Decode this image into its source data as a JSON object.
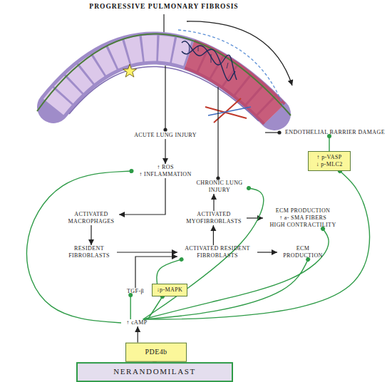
{
  "diagram": {
    "title": "PROGRESSIVE PULMONARY FIBROSIS",
    "nodes": [
      {
        "text": [
          "ACUTE LUNG INJURY"
        ]
      },
      {
        "text": [
          "ENDOTHELIAL BARRIER DAMAGE"
        ]
      },
      {
        "text": [
          "↑ p-VASP",
          "↓ p-MLC2"
        ]
      },
      {
        "text": [
          "↑ ROS",
          "↑ INFLAMMATION"
        ]
      },
      {
        "text": [
          "CHRONIC LUNG INJURY"
        ]
      },
      {
        "text": [
          "ACTIVATED MACROPHAGES"
        ]
      },
      {
        "text": [
          "ACTIVATED MYOFIBROBLASTS"
        ]
      },
      {
        "text": [
          "ECM PRODUCTION",
          "↑ a- SMA FIBERS",
          "HIGH CONTRACTILITY"
        ]
      },
      {
        "text": [
          "RESIDENT FIBROBLASTS"
        ]
      },
      {
        "text": [
          "ACTIVATED RESIDENT FIBROBLASTS"
        ]
      },
      {
        "text": [
          "ECM PRODUCTION"
        ]
      },
      {
        "text": [
          "TGF-β"
        ]
      },
      {
        "text": [
          "↓p-MAPK"
        ]
      },
      {
        "text": [
          "↑ cAMP"
        ]
      },
      {
        "text": [
          "PDE4b"
        ]
      },
      {
        "text": [
          "NERANDOMILAST"
        ]
      }
    ],
    "edges": [
      {
        "from": 0,
        "to": 3,
        "arrow": "to"
      },
      {
        "from": 3,
        "to": 5,
        "arrow": "to"
      },
      {
        "from": 5,
        "to": 8,
        "arrow": "to"
      },
      {
        "from": 8,
        "to": 9,
        "arrow": "to"
      },
      {
        "from": 9,
        "to": 6,
        "arrow": "to"
      },
      {
        "from": 6,
        "to": 4,
        "arrow": "to"
      },
      {
        "from": 6,
        "to": 7,
        "arrow": "to"
      },
      {
        "from": 9,
        "to": 10,
        "arrow": "to"
      },
      {
        "from": 11,
        "to": 9,
        "arrow": "to"
      },
      {
        "from": 14,
        "to": 13,
        "arrow": "to"
      },
      {
        "from": 15,
        "to": 14,
        "arrow": "to"
      },
      {
        "from": 13,
        "to": 3,
        "arrow": "to"
      },
      {
        "from": 13,
        "to": 11,
        "arrow": "to"
      },
      {
        "from": 13,
        "to": 12,
        "arrow": "to"
      },
      {
        "from": 12,
        "to": 9,
        "arrow": "to"
      },
      {
        "from": 13,
        "to": 4,
        "arrow": "to"
      },
      {
        "from": 13,
        "to": 7,
        "arrow": "to"
      },
      {
        "from": 13,
        "to": 10,
        "arrow": "to"
      },
      {
        "from": 13,
        "to": 2,
        "arrow": "to"
      },
      {
        "from": 2,
        "to": 1,
        "arrow": "to"
      }
    ]
  }
}
